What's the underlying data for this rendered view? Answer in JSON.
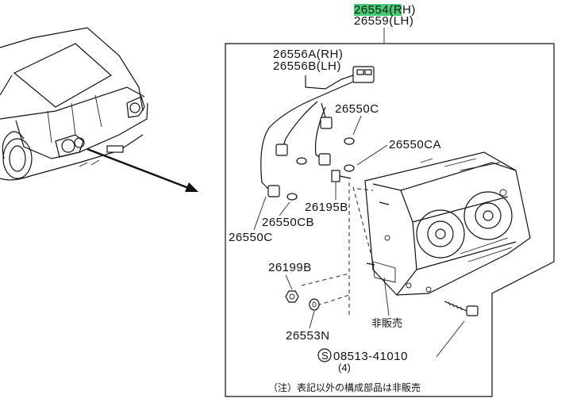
{
  "assembly": {
    "part_rh": "26554(RH)",
    "part_lh": "26559(LH)",
    "highlight_color": "#22c55e"
  },
  "harness": {
    "part_rh": "26556A(RH)",
    "part_lh": "26556B(LH)"
  },
  "labels": {
    "bulb_c_top": "26550C",
    "bulb_ca": "26550CA",
    "screw_b": "26195B",
    "bulb_cb": "26550CB",
    "bulb_c_bottom": "26550C",
    "nut": "26199B",
    "washer": "26553N",
    "not_sold": "非販売",
    "std_symbol": "S",
    "std_bolt": "08513-41010",
    "std_qty": "(4)"
  },
  "footnote": "（注）表記以外の構成部品は非販売"
}
